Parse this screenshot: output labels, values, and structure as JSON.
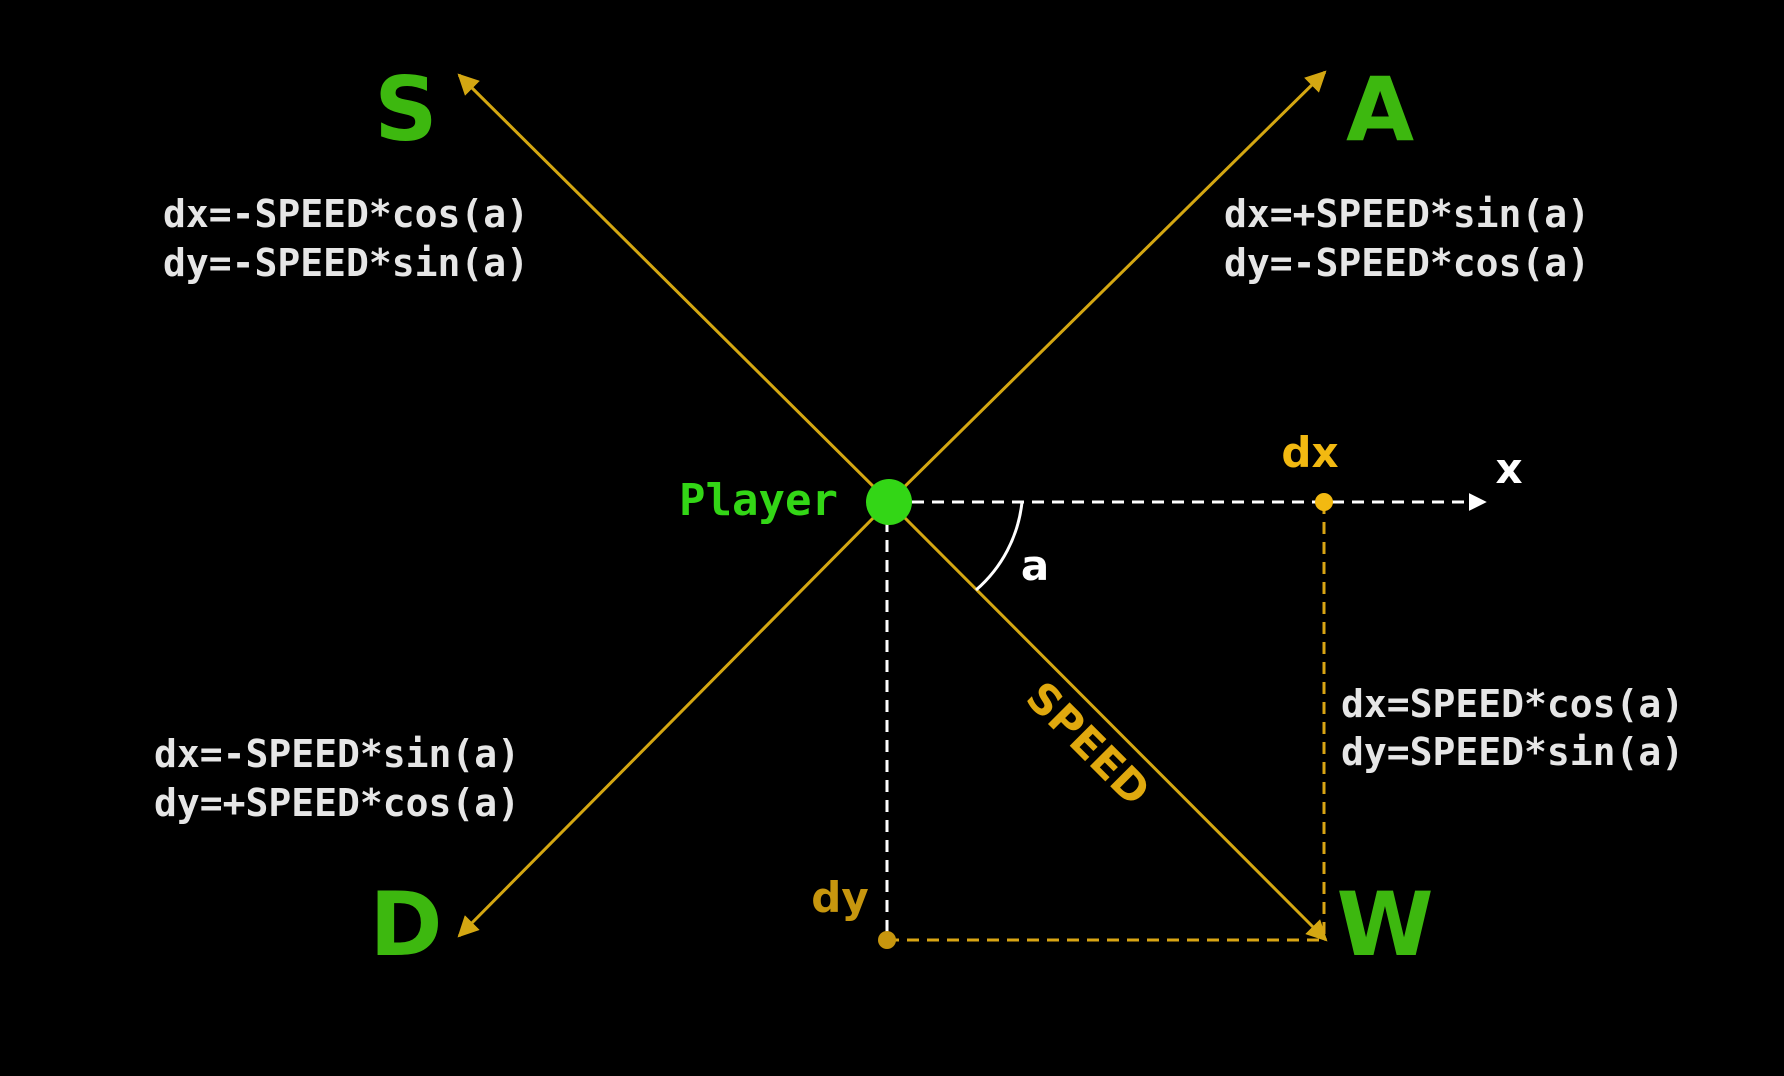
{
  "colors": {
    "background": "#000000",
    "direction_label": "#3db80f",
    "player": "#33d616",
    "arrow": "#d4a712",
    "formula_text": "#e6e6e6",
    "dashed_white": "#ffffff",
    "dashed_gold": "#d9a514",
    "dx_label": "#f2b911",
    "dy_label": "#c7960e",
    "speed_label": "#e0a90e",
    "angle_label": "#ffffff"
  },
  "directions": {
    "s": "S",
    "a": "A",
    "d": "D",
    "w": "W"
  },
  "formulas": {
    "s": {
      "dx": "dx=-SPEED*cos(a)",
      "dy": "dy=-SPEED*sin(a)"
    },
    "a": {
      "dx": "dx=+SPEED*sin(a)",
      "dy": "dy=-SPEED*cos(a)"
    },
    "d": {
      "dx": "dx=-SPEED*sin(a)",
      "dy": "dy=+SPEED*cos(a)"
    },
    "w": {
      "dx": "dx=SPEED*cos(a)",
      "dy": "dy=SPEED*sin(a)"
    }
  },
  "player_label": "Player",
  "labels": {
    "dx": "dx",
    "dy": "dy",
    "x_axis": "x",
    "angle": "a",
    "speed": "SPEED"
  },
  "icons": {
    "player": "green-dot",
    "arrowhead": "triangle-arrowhead",
    "projection_marker": "small-dot"
  }
}
